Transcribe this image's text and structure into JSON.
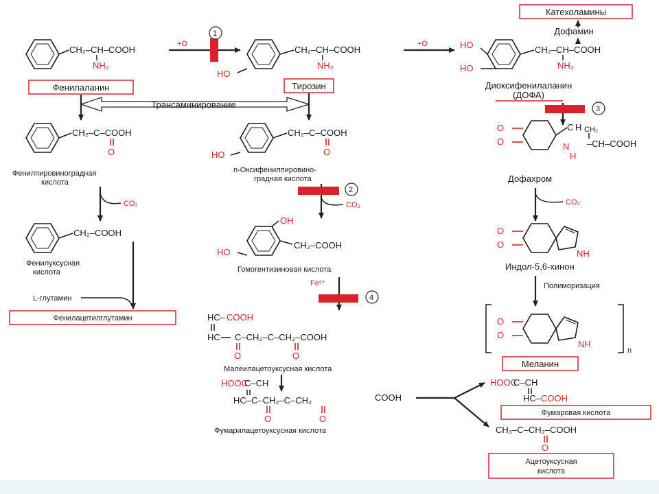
{
  "colors": {
    "accent": "#d8232a",
    "ink": "#1a1a1a",
    "footer": "#eef7f7"
  },
  "steps": [
    "1",
    "2",
    "3",
    "4"
  ],
  "reagents": {
    "o1": "+O",
    "o2": "+O",
    "co2a": "CO₂",
    "co2b": "CO₂",
    "co2c": "CO₂",
    "fe": "Fe²⁺"
  },
  "labels": {
    "catecholamines": "Катехоламины",
    "dopamine": "Дофамин",
    "phenylalanine": "Фенилаланин",
    "tyrosine": "Тирозин",
    "transamination": "Трансаминирование",
    "dofa1": "Диоксифенилаланин",
    "dofa2": "(ДОФА)",
    "dopachrome": "Дофахром",
    "ppa1": "Фенилпировиноградная",
    "ppa2": "кислота",
    "hppa1": "n-Оксифенилпировино-",
    "hppa2": "градная кислота",
    "paa1": "Фенилуксусная",
    "paa2": "кислота",
    "glutamine": "L-глутамин",
    "pag": "Фенилацетилглутамин",
    "homogentisic": "Гомогентизиновая кислота",
    "indolequinone": "Индол-5,6-хинон",
    "polymerization": "Полиморизация",
    "melanin": "Меланин",
    "n": "n",
    "maleyl": "Малеилацетоуксусная кислота",
    "fumaryl": "Фумарилацетоуксусная кислота",
    "fumaric": "Фумаровая кислота",
    "acetoacetic1": "Ацетоуксусная",
    "acetoacetic2": "кислота"
  },
  "chem": {
    "ch2": "CH₂",
    "ch": "CH",
    "cooh": "COOH",
    "nh2": "NH₂",
    "ho": "HO",
    "oh": "OH",
    "o": "O",
    "nh": "NH",
    "n": "N",
    "h": "H",
    "hc": "HC",
    "c": "C",
    "hooc": "HOOC",
    "ch3": "CH₃",
    "ch_2": "CH₂",
    "chain_phe": "CH₂–CH–COOH",
    "chain_keto": "CH₂–C–COOH",
    "chain_acetic": "CH₂–COOH",
    "chain_dc": "–CH–COOH",
    "hc_cooh": "HC–",
    "maleyl_row": "C–CH₂–C–CH₂–COOH",
    "fum_top": "C–CH",
    "fum_row": "HC–C–CH₂–C–CH₂",
    "fum_cooh": "COOH",
    "fa_top": "C–CH",
    "fa_bot": "HC–",
    "aa_row": "CH₃–C–CH₂–COOH"
  }
}
